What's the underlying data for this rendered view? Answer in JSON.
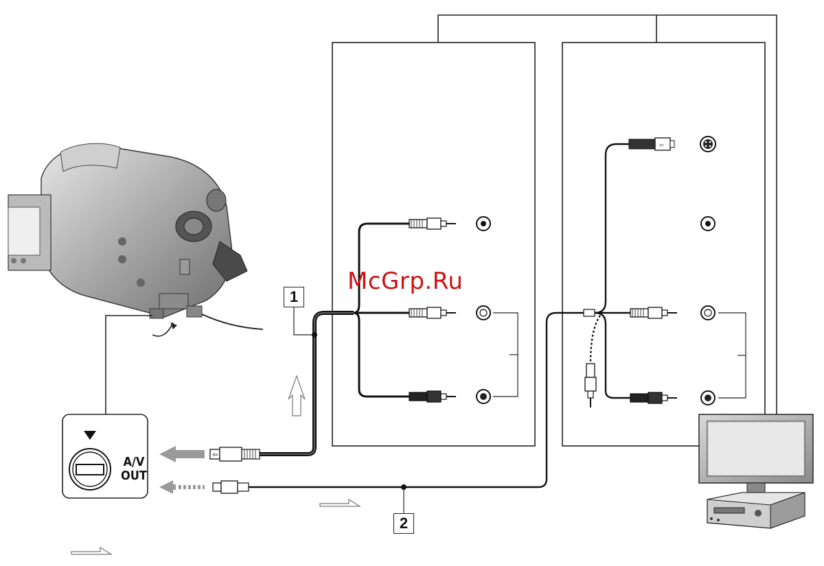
{
  "watermark": "McGrp.Ru",
  "connector_labels": {
    "av_line1": "A/V",
    "av_line2": "OUT"
  },
  "cable_labels": {
    "cable_1": "1",
    "cable_2": "2"
  },
  "colors": {
    "line": "#111111",
    "panel_border": "#222222",
    "watermark": "#cc1111",
    "arrow_gray": "#9a9a9a",
    "device_gray": "#bdbdbd"
  },
  "icons": [
    "camcorder-icon",
    "av-out-jack-icon",
    "tv-icon",
    "vcr-icon",
    "rca-plug-icon",
    "s-video-plug-icon",
    "signal-flow-arrow-icon"
  ]
}
